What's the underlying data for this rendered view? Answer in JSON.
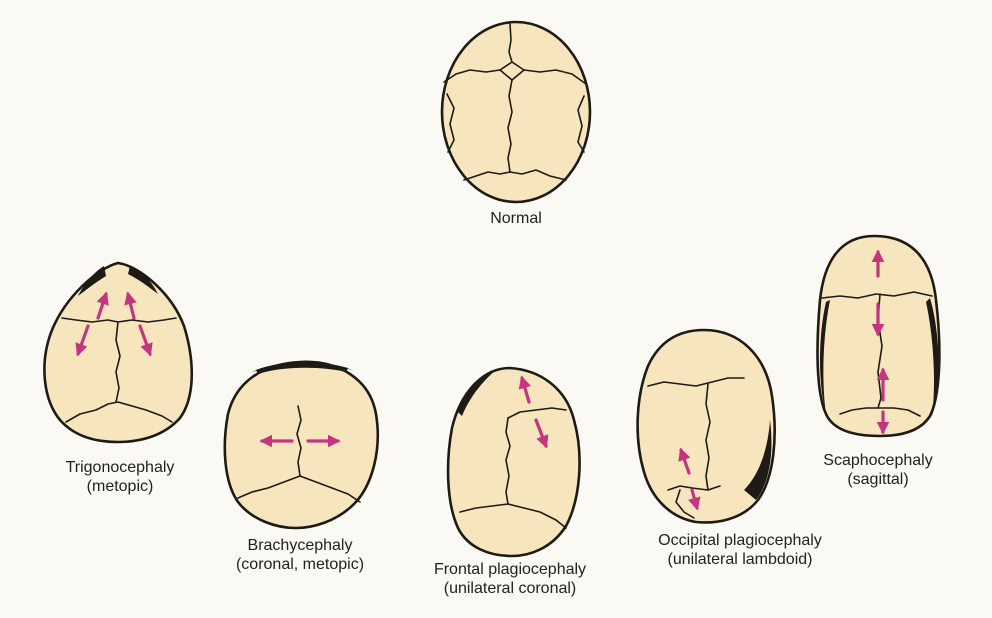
{
  "colors": {
    "background": "#fbf9f3",
    "skull_fill": "#f7e6bd",
    "outline": "#1e1a16",
    "arrow": "#c5347e"
  },
  "skulls": [
    {
      "id": "normal",
      "label_lines": [
        "Normal"
      ]
    },
    {
      "id": "trigonocephaly",
      "label_lines": [
        "Trigonocephaly",
        "(metopic)"
      ]
    },
    {
      "id": "brachycephaly",
      "label_lines": [
        "Brachycephaly",
        "(coronal, metopic)"
      ]
    },
    {
      "id": "frontal-plagiocephaly",
      "label_lines": [
        "Frontal plagiocephaly",
        "(unilateral coronal)"
      ]
    },
    {
      "id": "occipital-plagiocephaly",
      "label_lines": [
        "Occipital plagiocephaly",
        "(unilateral lambdoid)"
      ]
    },
    {
      "id": "scaphocephaly",
      "label_lines": [
        "Scaphocephaly",
        "(sagittal)"
      ]
    }
  ]
}
